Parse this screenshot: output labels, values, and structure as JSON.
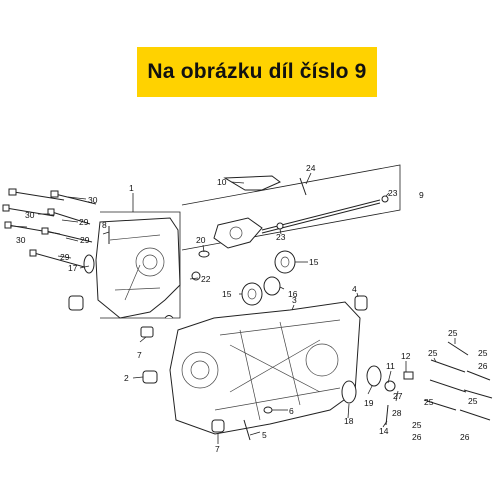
{
  "banner": {
    "text": "Na obrázku díl číslo 9",
    "background": "#ffd200"
  },
  "callouts": [
    {
      "id": "c1",
      "text": "1"
    },
    {
      "id": "c30a",
      "text": "30"
    },
    {
      "id": "c30b",
      "text": "30"
    },
    {
      "id": "c30c",
      "text": "30"
    },
    {
      "id": "c29a",
      "text": "29"
    },
    {
      "id": "c29b",
      "text": "29"
    },
    {
      "id": "c29c",
      "text": "29"
    },
    {
      "id": "c8",
      "text": "8"
    },
    {
      "id": "c17",
      "text": "17"
    },
    {
      "id": "c10",
      "text": "10"
    },
    {
      "id": "c24",
      "text": "24"
    },
    {
      "id": "c23a",
      "text": "23"
    },
    {
      "id": "c9",
      "text": "9"
    },
    {
      "id": "c20",
      "text": "20"
    },
    {
      "id": "c23b",
      "text": "23"
    },
    {
      "id": "c15a",
      "text": "15"
    },
    {
      "id": "c22",
      "text": "22"
    },
    {
      "id": "c15b",
      "text": "15"
    },
    {
      "id": "c16",
      "text": "16"
    },
    {
      "id": "c3",
      "text": "3"
    },
    {
      "id": "c4",
      "text": "4"
    },
    {
      "id": "c7a",
      "text": "7"
    },
    {
      "id": "c2",
      "text": "2"
    },
    {
      "id": "c25a",
      "text": "25"
    },
    {
      "id": "c12",
      "text": "12"
    },
    {
      "id": "c25b",
      "text": "25"
    },
    {
      "id": "c25c",
      "text": "25"
    },
    {
      "id": "c26a",
      "text": "26"
    },
    {
      "id": "c11",
      "text": "11"
    },
    {
      "id": "c19",
      "text": "19"
    },
    {
      "id": "c27",
      "text": "27"
    },
    {
      "id": "c28",
      "text": "28"
    },
    {
      "id": "c25d",
      "text": "25"
    },
    {
      "id": "c25e",
      "text": "25"
    },
    {
      "id": "c25f",
      "text": "25"
    },
    {
      "id": "c18",
      "text": "18"
    },
    {
      "id": "c14",
      "text": "14"
    },
    {
      "id": "c26b",
      "text": "26"
    },
    {
      "id": "c26c",
      "text": "26"
    },
    {
      "id": "c6",
      "text": "6"
    },
    {
      "id": "c5",
      "text": "5"
    },
    {
      "id": "c7b",
      "text": "7"
    }
  ]
}
